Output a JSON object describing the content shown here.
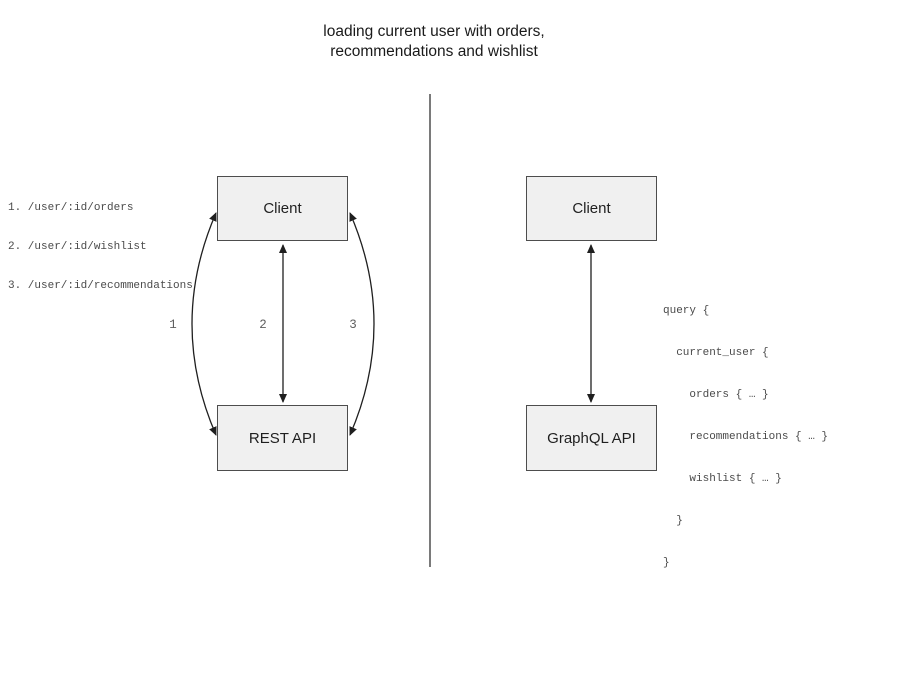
{
  "title": {
    "line1": "loading current user with orders,",
    "line2": "recommendations and wishlist"
  },
  "left_panel": {
    "endpoints": [
      "1. /user/:id/orders",
      "2. /user/:id/wishlist",
      "3. /user/:id/recommendations"
    ],
    "client_label": "Client",
    "api_label": "REST API",
    "arrow_labels": [
      "1",
      "2",
      "3"
    ]
  },
  "right_panel": {
    "client_label": "Client",
    "api_label": "GraphQL API",
    "query_lines": [
      "query {",
      "  current_user {",
      "    orders { … }",
      "    recommendations { … }",
      "    wishlist { … }",
      "  }",
      "}"
    ]
  },
  "colors": {
    "box_fill": "#f0f0f0",
    "box_border": "#4d4d4d",
    "arrow": "#1f1f1f",
    "code_text": "#4a4a4a",
    "divider": "#7a7a7a"
  }
}
